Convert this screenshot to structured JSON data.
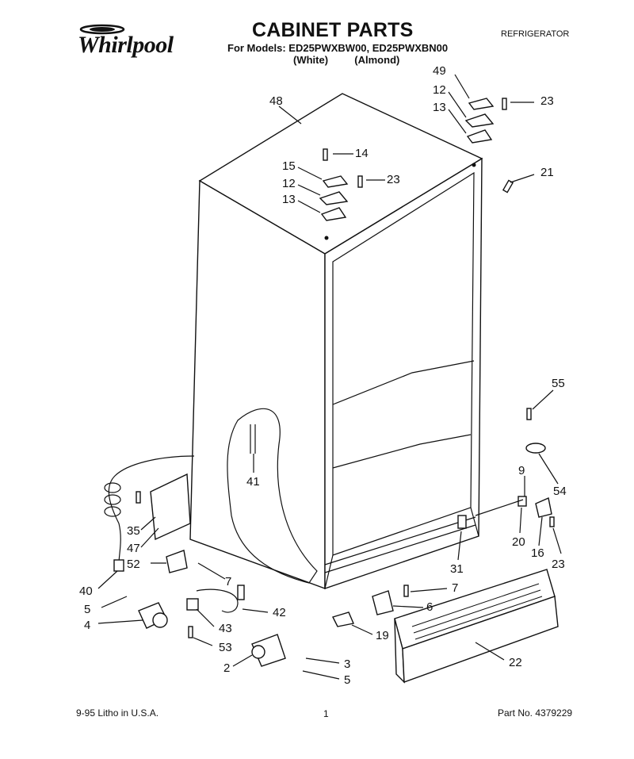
{
  "header": {
    "brand": "Whirlpool",
    "title": "CABINET PARTS",
    "models_line": "For Models: ED25PWXBW00, ED25PWXBN00",
    "color_white": "(White)",
    "color_almond": "(Almond)",
    "appliance_type": "REFRIGERATOR"
  },
  "footer": {
    "print_info": "9-95  Litho in U.S.A.",
    "page_number": "1",
    "part_number": "Part No. 4379229"
  },
  "callouts": [
    "48",
    "14",
    "15",
    "12",
    "13",
    "23",
    "49",
    "12",
    "13",
    "23",
    "21",
    "41",
    "55",
    "54",
    "9",
    "20",
    "16",
    "23",
    "31",
    "35",
    "47",
    "52",
    "7",
    "40",
    "5",
    "4",
    "42",
    "43",
    "53",
    "2",
    "3",
    "5",
    "7",
    "6",
    "19",
    "22"
  ]
}
